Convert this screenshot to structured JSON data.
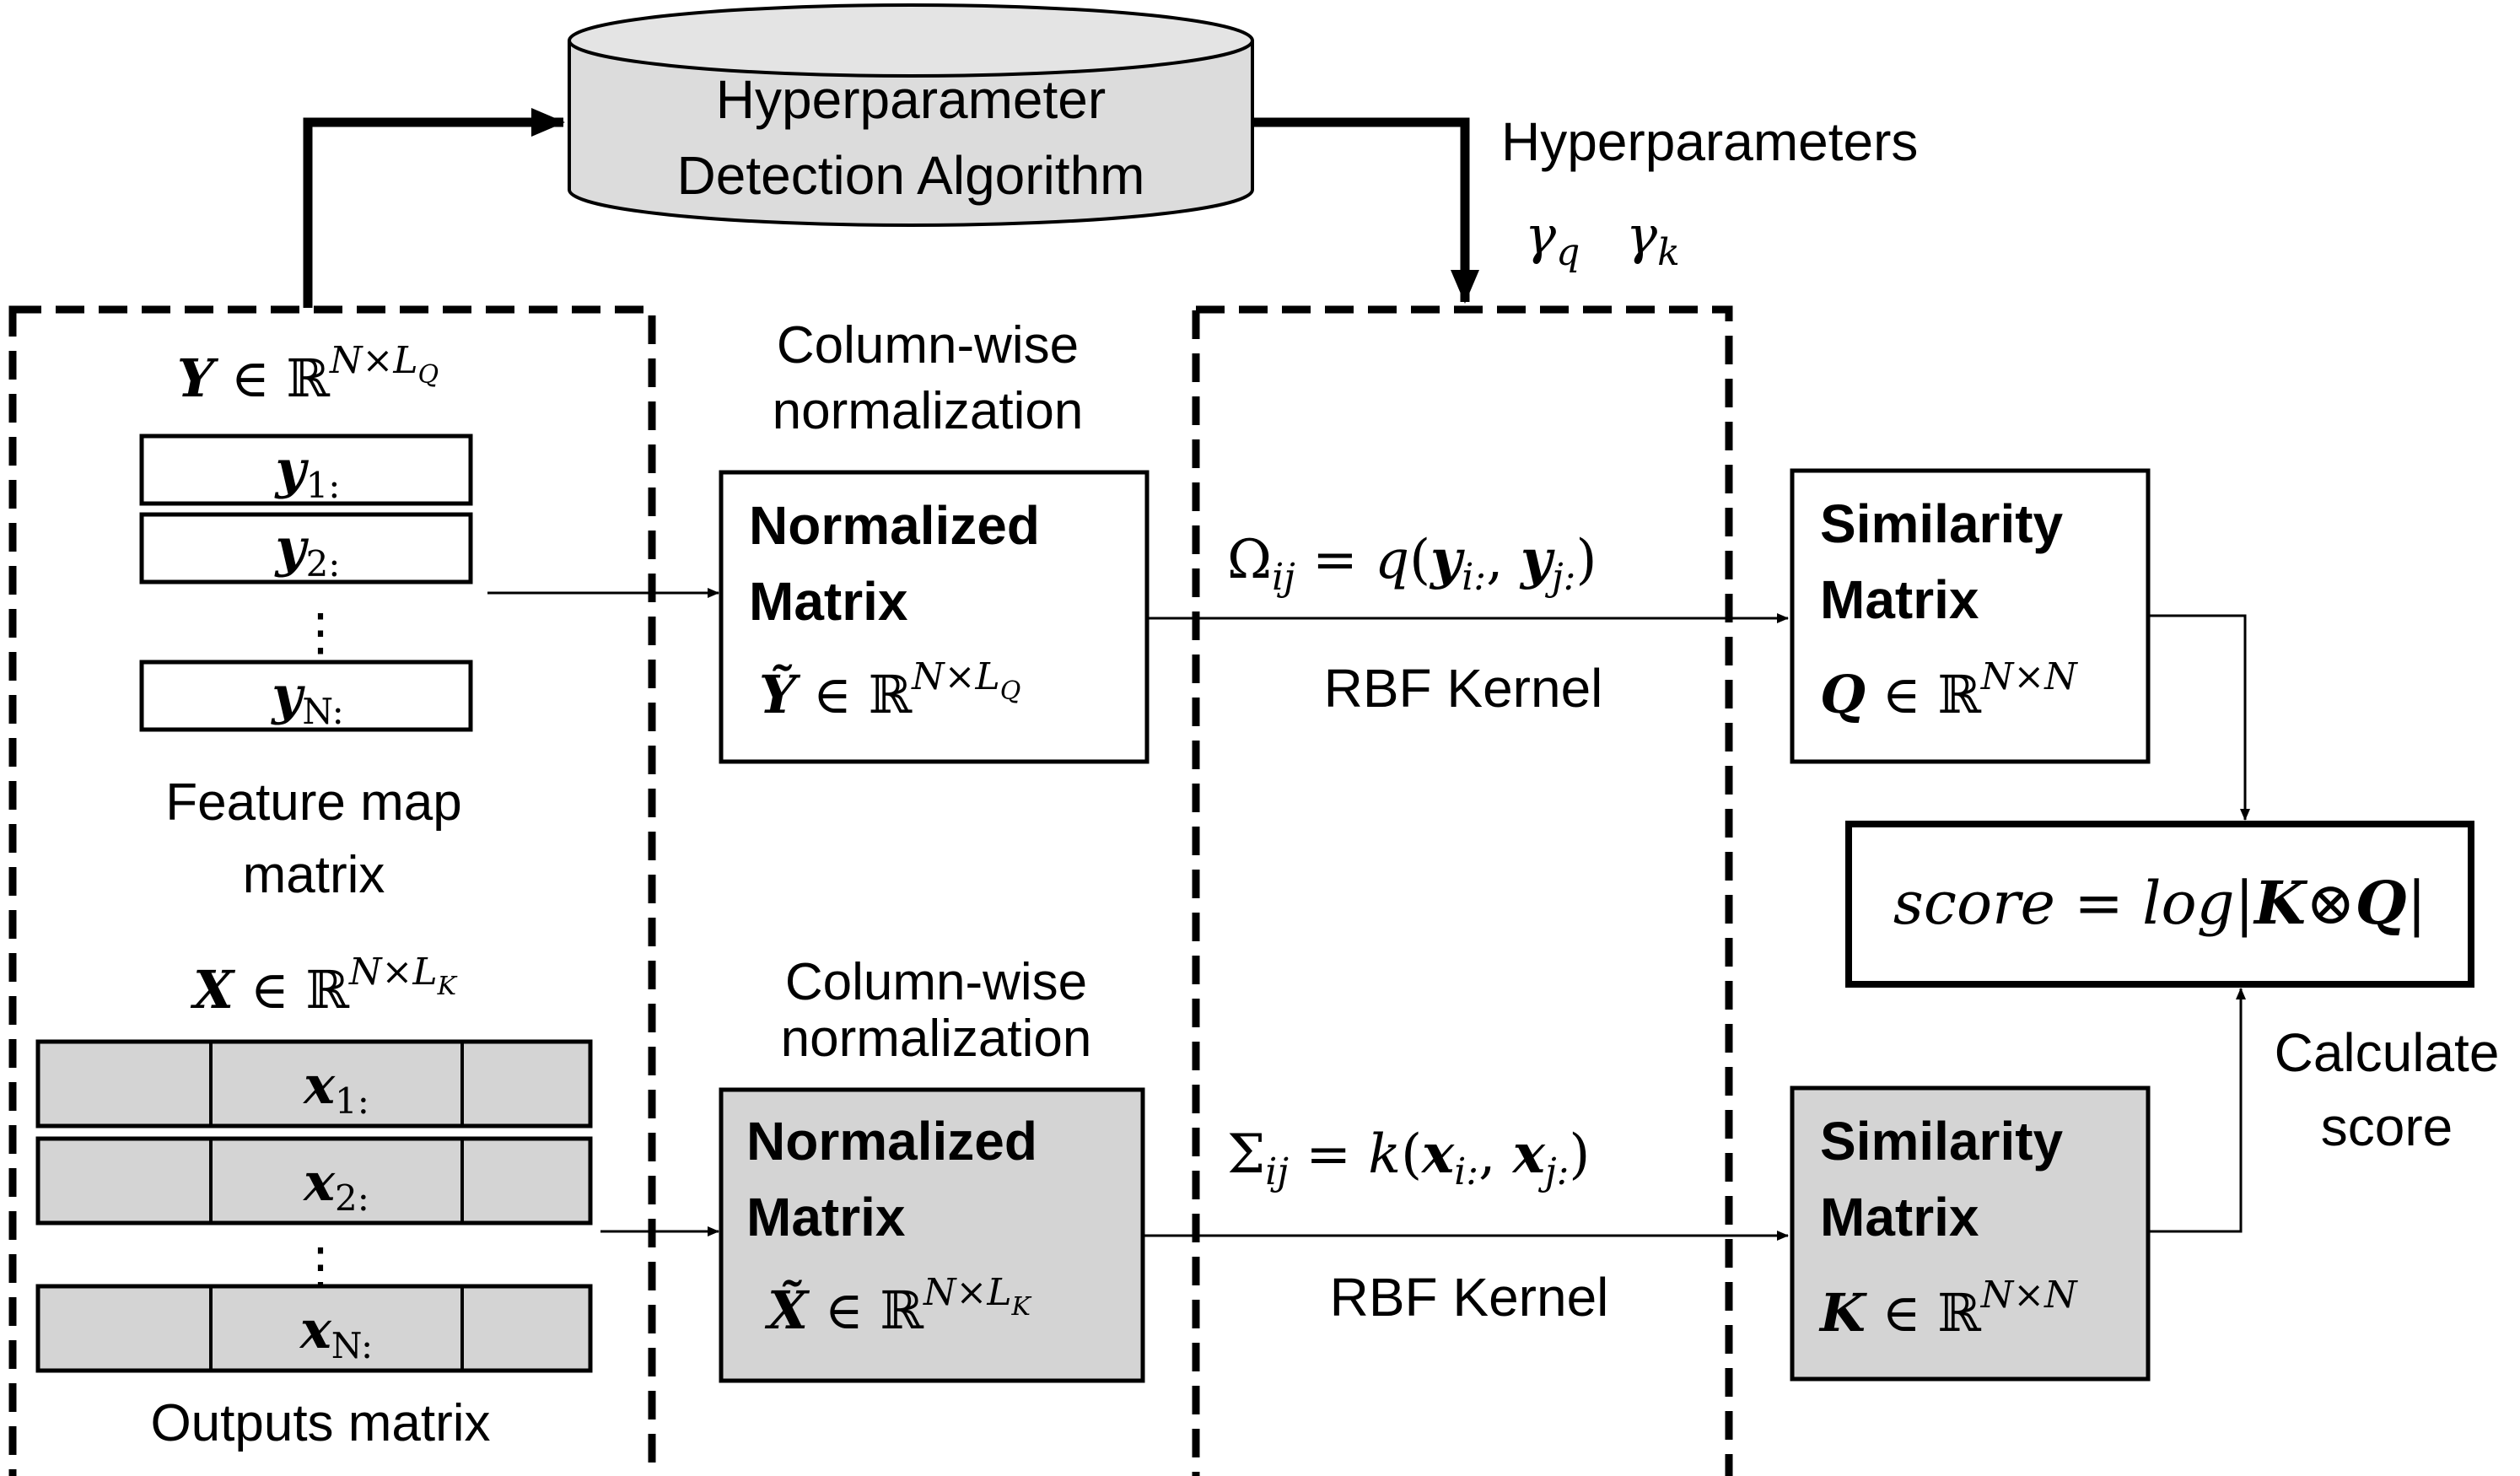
{
  "algorithm": {
    "line1": "Hyperparameter",
    "line2": "Detection Algorithm"
  },
  "hyperparameters": {
    "label": "Hyperparameters",
    "gamma_q": "γq",
    "gamma_k": "γk"
  },
  "feature_map": {
    "set_label": "Y ∈ ℝN×LQ",
    "rows": [
      "y1:",
      "y2:",
      "yN:"
    ],
    "caption_line1": "Feature map",
    "caption_line2": "matrix"
  },
  "outputs": {
    "set_label": "X ∈ ℝN×LK",
    "rows": [
      "x1:",
      "x2:",
      "xN:"
    ],
    "caption": "Outputs matrix"
  },
  "norm_top": {
    "caption_line1": "Column-wise",
    "caption_line2": "normalization",
    "title_line1": "Normalized",
    "title_line2": "Matrix",
    "formula": "Ỹ ∈ ℝN×LQ"
  },
  "norm_bottom": {
    "caption_line1": "Column-wise",
    "caption_line2": "normalization",
    "title_line1": "Normalized",
    "title_line2": "Matrix",
    "formula": "X̃ ∈ ℝN×LK"
  },
  "kernel_top": {
    "formula": "Ωij = q(yi:, yj:)",
    "label": "RBF Kernel"
  },
  "kernel_bottom": {
    "formula": "Σij = k(xi:, xj:)",
    "label": "RBF Kernel"
  },
  "sim_top": {
    "title_line1": "Similarity",
    "title_line2": "Matrix",
    "formula": "Q ∈ ℝN×N"
  },
  "sim_bottom": {
    "title_line1": "Similarity",
    "title_line2": "Matrix",
    "formula": "K ∈ ℝN×N"
  },
  "score": {
    "formula": "score = log|K⊗Q|"
  },
  "calculate": {
    "line1": "Calculate",
    "line2": "score"
  },
  "colors": {
    "line": "#000000",
    "gray_fill": "#d4d4d4",
    "cylinder_fill": "#dcdcdc"
  }
}
